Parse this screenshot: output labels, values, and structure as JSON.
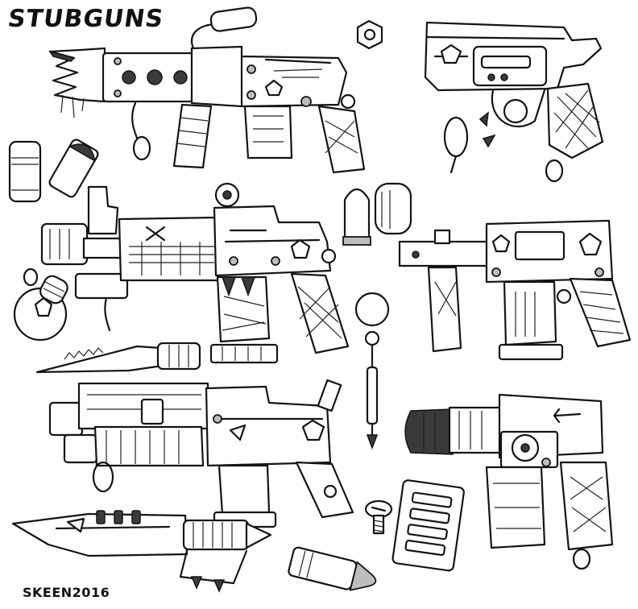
{
  "sheet": {
    "title": "STUBGUNS",
    "signature": "SKEEN2016"
  },
  "colors": {
    "ink": "#141414",
    "paper": "#ffffff",
    "shade": "#3a3a3a"
  },
  "items": [
    {
      "name": "spiked-stubgun-top-left",
      "icon": "spiked-rifle"
    },
    {
      "name": "revolver-top-right",
      "icon": "revolver"
    },
    {
      "name": "assault-stubgun-middle",
      "icon": "assault-rifle"
    },
    {
      "name": "machine-pistol-right",
      "icon": "machine-pistol"
    },
    {
      "name": "drum-stubgun-bottom",
      "icon": "drum-rifle"
    },
    {
      "name": "heavy-pistol-bottom-right",
      "icon": "heavy-pistol"
    },
    {
      "name": "combat-knife-bottom",
      "icon": "knife"
    },
    {
      "name": "blade-middle-left",
      "icon": "blade"
    },
    {
      "name": "grenade-left",
      "icon": "grenade"
    },
    {
      "name": "key-ring-center",
      "icon": "key"
    },
    {
      "name": "magazine-bottom",
      "icon": "magazine"
    },
    {
      "name": "cartridges",
      "icon": "bullet"
    },
    {
      "name": "hex-nut",
      "icon": "nut"
    },
    {
      "name": "screw",
      "icon": "screw"
    }
  ]
}
